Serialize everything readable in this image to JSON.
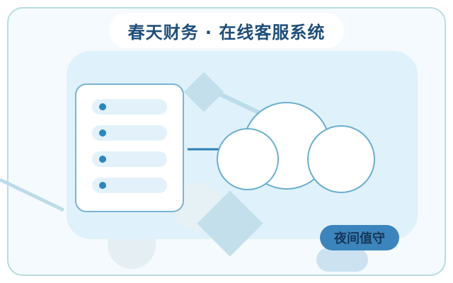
{
  "title": "春天财务 · 在线客服系统",
  "status_tag": "夜间值守",
  "list_rows": 4,
  "icons": [
    "document-list-icon",
    "cloud-icon"
  ],
  "colors": {
    "accent": "#2c86be",
    "tag_background": "#3c85bc",
    "title_text": "#1f4e79",
    "panel_background": "#dff1fa",
    "frame_border": "#b8dde0"
  }
}
